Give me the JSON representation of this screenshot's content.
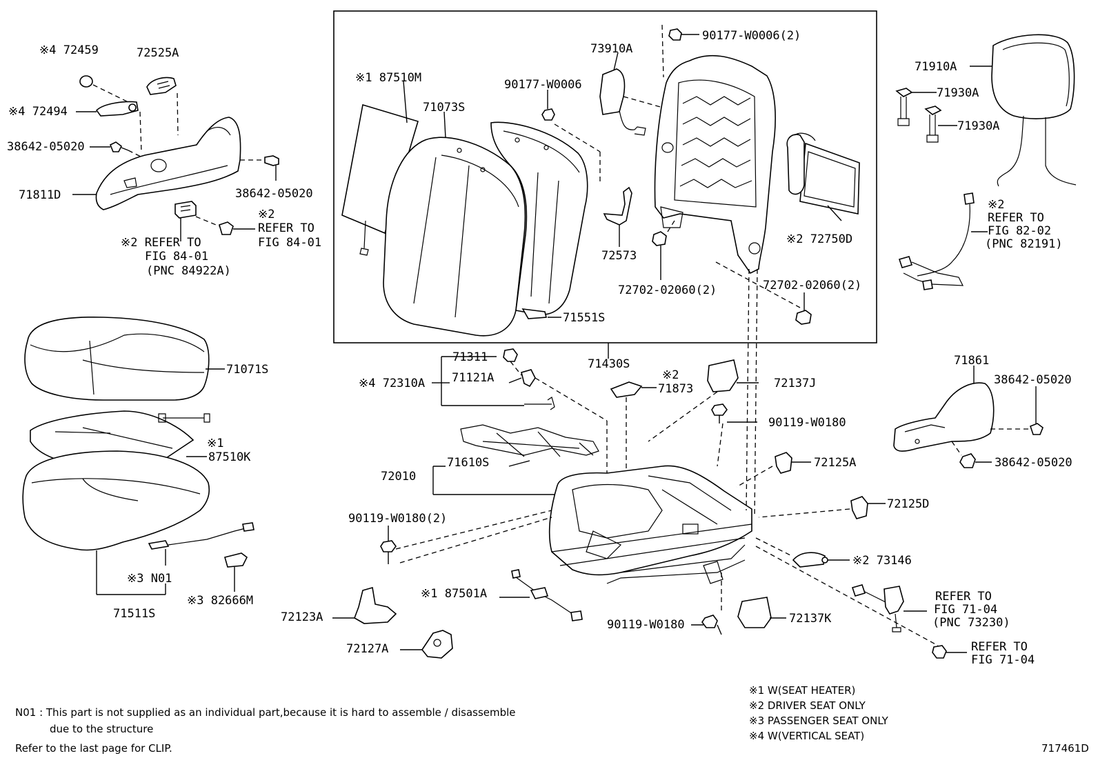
{
  "labels": {
    "l72459": "※4 72459",
    "l72525A": "72525A",
    "l72494": "※4 72494",
    "l38642_a": "38642-05020",
    "l38642_b": "38642-05020",
    "l71811D": "71811D",
    "l_refer_a1": "※2",
    "l_refer_a2": "REFER TO",
    "l_refer_a3": "FIG 84-01",
    "l_refer_b1": "※2 REFER TO",
    "l_refer_b2": "FIG 84-01",
    "l_refer_b3": "(PNC 84922A)",
    "l87510M": "※1 87510M",
    "l71073S": "71073S",
    "l90177_a": "90177-W0006",
    "l73910A": "73910A",
    "l90177_b": "90177-W0006(2)",
    "l72573": "72573",
    "l72702_a": "72702-02060(2)",
    "l72702_b": "72702-02060(2)",
    "l72750D": "※2 72750D",
    "l71551S": "71551S",
    "l71430S": "71430S",
    "l71910A": "71910A",
    "l71930A_a": "71930A",
    "l71930A_b": "71930A",
    "l_refer_c1": "※2",
    "l_refer_c2": "REFER TO",
    "l_refer_c3": "FIG 82-02",
    "l_refer_c4": "(PNC 82191)",
    "l71071S": "71071S",
    "l87510K_a": "※1",
    "l87510K_b": "87510K",
    "lN01": "※3 N01",
    "l82666M": "※3 82666M",
    "l71511S": "71511S",
    "l71311": "71311",
    "l72310A": "※4 72310A",
    "l71121A": "71121A",
    "l71873_a": "※2",
    "l71873_b": "71873",
    "l72137J": "72137J",
    "l90119_a": "90119-W0180",
    "l72010": "72010",
    "l71610S": "71610S",
    "l72125A": "72125A",
    "l72125D": "72125D",
    "l90119_b": "90119-W0180(2)",
    "l73146": "※2 73146",
    "l87501A": "※1 87501A",
    "l72123A": "72123A",
    "l72127A": "72127A",
    "l90119_c": "90119-W0180",
    "l72137K": "72137K",
    "l_refer_d1": "REFER TO",
    "l_refer_d2": "FIG 71-04",
    "l_refer_d3": "(PNC 73230)",
    "l_refer_e1": "REFER TO",
    "l_refer_e2": "FIG 71-04",
    "l71861": "71861",
    "l38642_c": "38642-05020",
    "l38642_d": "38642-05020"
  },
  "legend": {
    "item1": "※1  W(SEAT  HEATER)",
    "item2": "※2  DRIVER  SEAT  ONLY",
    "item3": "※3  PASSENGER  SEAT  ONLY",
    "item4": "※4  W(VERTICAL  SEAT)"
  },
  "notes": {
    "n01_line1": "N01 :  This part is not supplied as an individual part,because it is hard to assemble / disassemble",
    "n01_line2": "due to the structure",
    "clip": "Refer to the last page for CLIP."
  },
  "figure_id": "717461D"
}
